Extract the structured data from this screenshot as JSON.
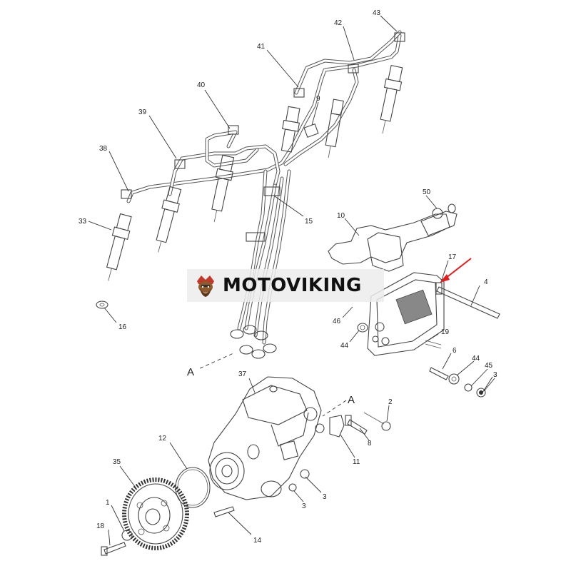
{
  "brand": {
    "name": "MOTOVIKING",
    "text_color": "#111111"
  },
  "diagram": {
    "callouts": [
      "33",
      "38",
      "39",
      "40",
      "41",
      "42",
      "43",
      "9",
      "15",
      "16",
      "50",
      "10",
      "17",
      "4",
      "46",
      "44",
      "19",
      "6",
      "45",
      "3",
      "37",
      "2",
      "8",
      "11",
      "12",
      "35",
      "1",
      "18",
      "14"
    ],
    "section_marks": [
      "A",
      "A"
    ],
    "pointer_arrow_color": "#e02020",
    "line_color": "#444444"
  }
}
